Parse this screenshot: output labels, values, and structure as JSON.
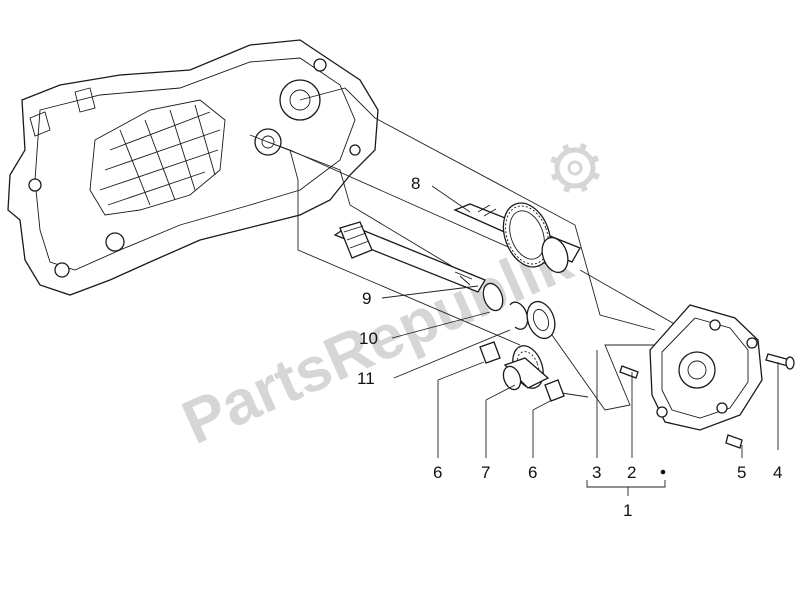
{
  "watermark": {
    "text": "PartsRepublik",
    "color": "#d6d6d6"
  },
  "callouts": {
    "c1": "1",
    "c2": "2",
    "c3": "3",
    "c4": "4",
    "c5": "5",
    "c6a": "6",
    "c6b": "6",
    "c7": "7",
    "c8": "8",
    "c9": "9",
    "c10": "10",
    "c11": "11"
  },
  "icons": [
    "gear-icon"
  ],
  "colors": {
    "line": "#1a1a1a",
    "watermark": "#d6d6d6"
  }
}
